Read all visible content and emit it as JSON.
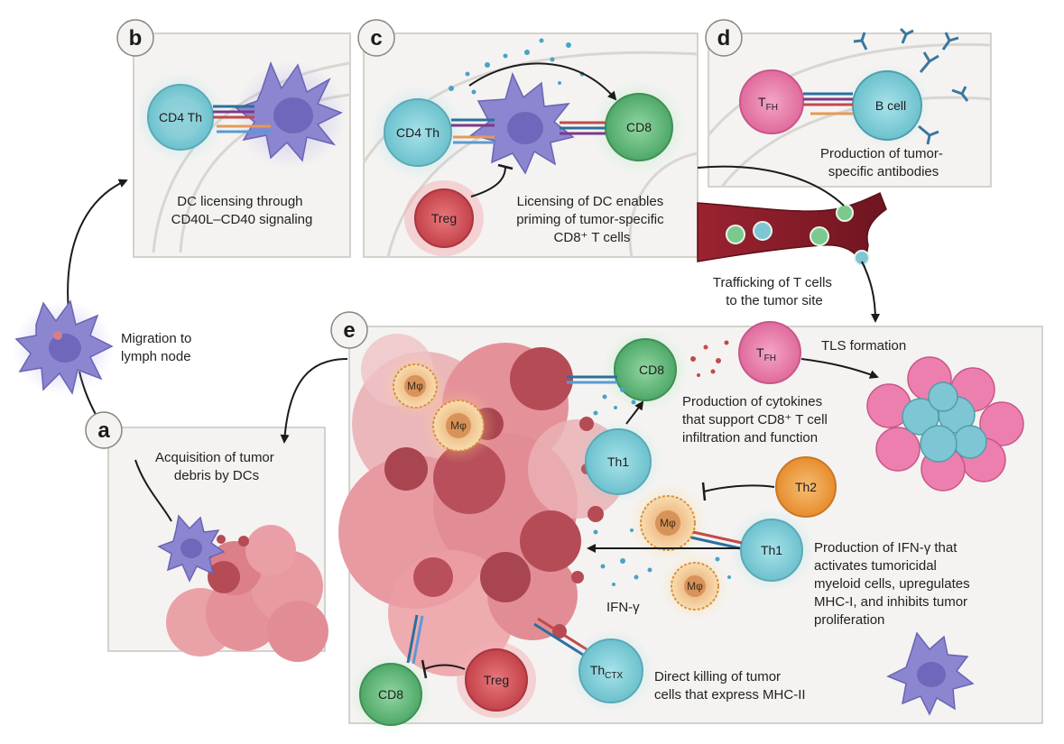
{
  "panels": {
    "a": {
      "letter": "a",
      "caption": [
        "Acquisition of tumor",
        "debris by DCs"
      ]
    },
    "b": {
      "letter": "b",
      "caption": [
        "DC licensing through",
        "CD40L–CD40 signaling"
      ],
      "cell": "CD4 Th"
    },
    "c": {
      "letter": "c",
      "caption": [
        "Licensing of DC enables",
        "priming of tumor-specific",
        "CD8⁺ T cells"
      ],
      "cells": {
        "cd4": "CD4 Th",
        "cd8": "CD8",
        "treg": "Treg"
      }
    },
    "d": {
      "letter": "d",
      "caption": [
        "Production of tumor-",
        "specific antibodies"
      ],
      "cells": {
        "tfh_main": "T",
        "tfh_sub": "FH",
        "bcell": "B cell"
      }
    },
    "e": {
      "letter": "e",
      "cells": {
        "cd8_top": "CD8",
        "tfh_main": "T",
        "tfh_sub": "FH",
        "th1_left": "Th1",
        "th2": "Th2",
        "th1_right": "Th1",
        "mphi": "Mφ",
        "thctx_main": "Th",
        "thctx_sub": "CTX",
        "treg": "Treg",
        "cd8_bottom": "CD8"
      },
      "labels": {
        "tls": "TLS formation",
        "cytokines": [
          "Production of cytokines",
          "that support CD8⁺ T cell",
          "infiltration and function"
        ],
        "ifng_text": [
          "Production of IFN-γ that",
          "activates tumoricidal",
          "myeloid cells, upregulates",
          "MHC-I, and inhibits tumor",
          "proliferation"
        ],
        "ifng": "IFN-γ",
        "killing": [
          "Direct killing of tumor",
          "cells that express MHC-II"
        ]
      }
    }
  },
  "flow": {
    "migration": [
      "Migration to",
      "lymph node"
    ],
    "trafficking": [
      "Trafficking of T cells",
      "to the tumor site"
    ]
  },
  "colors": {
    "cd4": "#8fd3dc",
    "cd8": "#7cc98e",
    "treg": "#d9595f",
    "tfh": "#ec7fae",
    "bcell": "#7ec6d3",
    "dc": "#8b86cf",
    "mphi": "#f0b36b",
    "th2": "#f2a24a",
    "tumor": "#d77e86",
    "vessel": "#8a1f2a"
  }
}
